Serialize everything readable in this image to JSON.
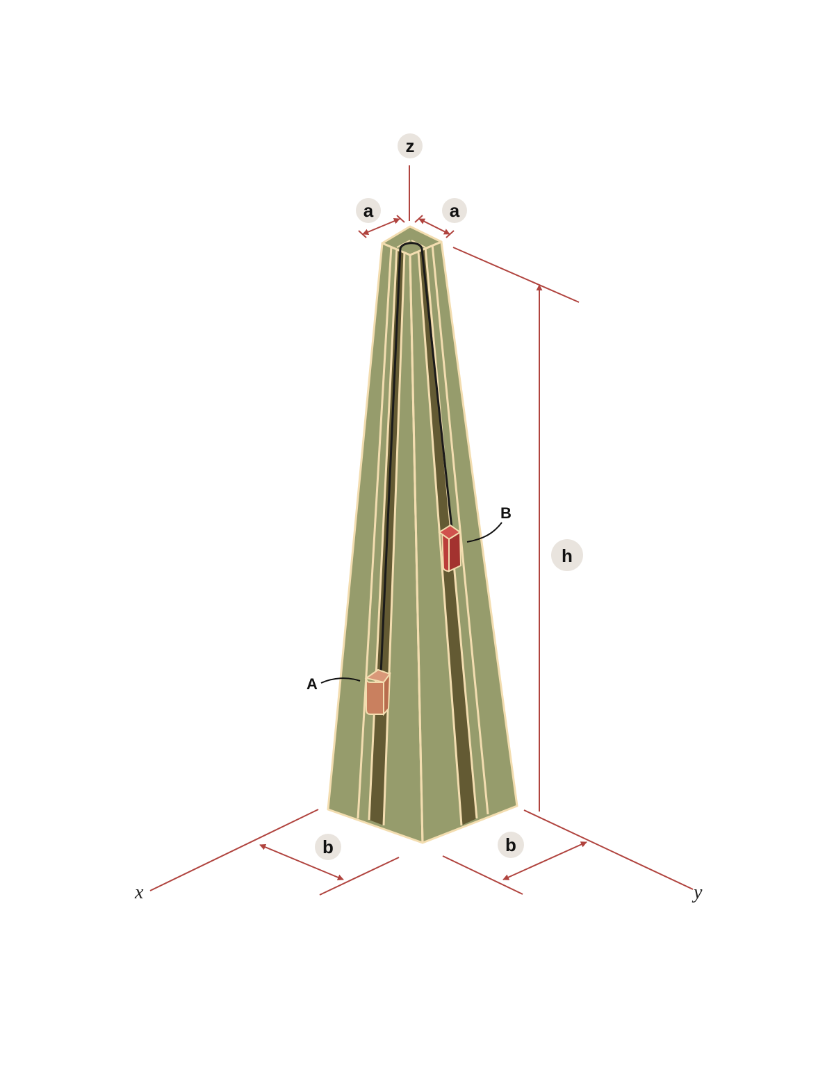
{
  "labels": {
    "z": "z",
    "x": "x",
    "y": "y",
    "a_left": "a",
    "a_right": "a",
    "b_left": "b",
    "b_right": "b",
    "h": "h",
    "A": "A",
    "B": "B"
  },
  "colors": {
    "body": "#969c6c",
    "groove": "#635a33",
    "edge": "#f3ddb0",
    "dimension": "#b0433e",
    "bubble": "#e9e4de",
    "block_A": "#c9805f",
    "block_B": "#bb3e3a",
    "wire": "#1a1a1a"
  }
}
